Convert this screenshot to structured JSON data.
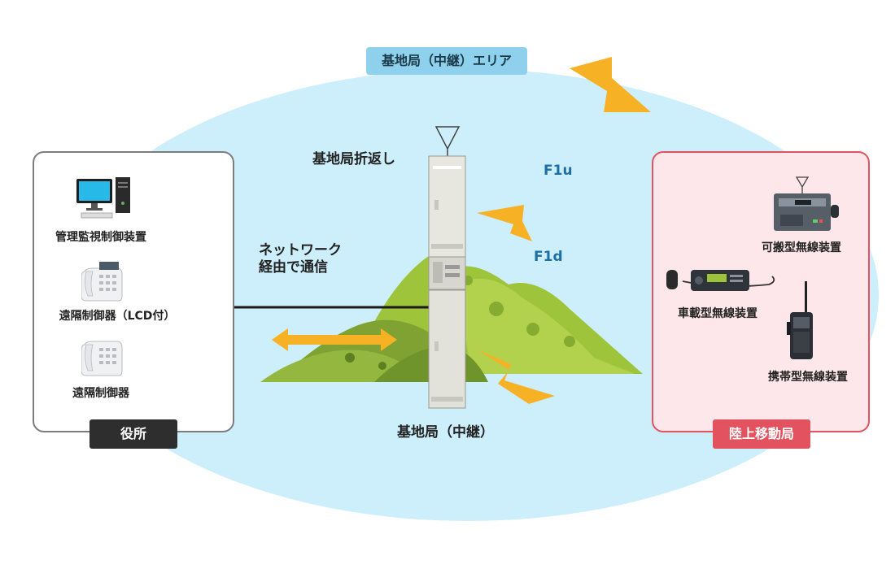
{
  "area_label": "基地局（中継）エリア",
  "base_station": {
    "label": "基地局（中継）",
    "loopback_label": "基地局折返し",
    "uplink": "F1u",
    "downlink": "F1d"
  },
  "network": {
    "line1": "ネットワーク",
    "line2": "経由で通信"
  },
  "office": {
    "title": "役所",
    "devices": [
      {
        "label": "管理監視制御装置",
        "icon": "computer-icon"
      },
      {
        "label": "遠隔制御器（LCD付）",
        "icon": "lcd-desk-phone-icon"
      },
      {
        "label": "遠隔制御器",
        "icon": "desk-phone-icon"
      }
    ]
  },
  "mobile": {
    "title": "陸上移動局",
    "devices": [
      {
        "label": "可搬型無線装置",
        "icon": "portable-radio-icon"
      },
      {
        "label": "車載型無線装置",
        "icon": "vehicle-radio-icon"
      },
      {
        "label": "携帯型無線装置",
        "icon": "handheld-radio-icon"
      }
    ]
  },
  "colors": {
    "area": "#cdeefb",
    "area_badge": "#8fd0ec",
    "office_border": "#7d7d7d",
    "mobile_border": "#e2535f",
    "mobile_fill": "#fde7ea",
    "signal": "#f7b125",
    "mountain": "#9dc43a",
    "frequency_text": "#1d6fa5"
  }
}
